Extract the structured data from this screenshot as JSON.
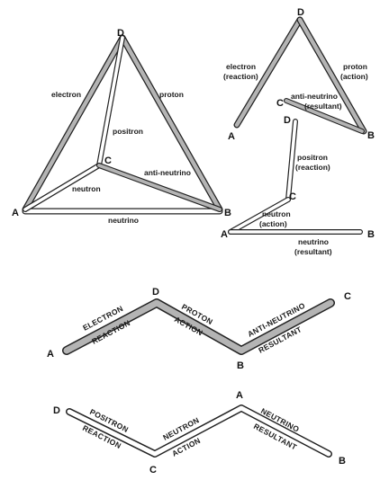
{
  "diagram1": {
    "points": {
      "A": "A",
      "B": "B",
      "C": "C",
      "D": "D"
    },
    "edges": {
      "electron": "electron",
      "proton": "proton",
      "positron": "positron",
      "anti_neutrino": "anti-neutrino",
      "neutron": "neutron",
      "neutrino": "neutrino"
    }
  },
  "diagram2": {
    "points": {
      "A": "A",
      "B": "B",
      "C": "C",
      "D": "D"
    },
    "electron": [
      "electron",
      "(reaction)"
    ],
    "proton": [
      "proton",
      "(action)"
    ],
    "anti_neutrino": [
      "anti-neutrino",
      "(resultant)"
    ]
  },
  "diagram3": {
    "points": {
      "A": "A",
      "B": "B",
      "C": "C",
      "D": "D"
    },
    "positron": [
      "positron",
      "(reaction)"
    ],
    "neutron": [
      "neutron",
      "(action)"
    ],
    "neutrino": [
      "neutrino",
      "(resultant)"
    ]
  },
  "diagram4": {
    "points": {
      "A": "A",
      "D": "D",
      "B": "B",
      "C": "C"
    },
    "labels": {
      "electron": "ELECTRON",
      "reaction": "REACTION",
      "proton": "PROTON",
      "action": "ACTION",
      "anti_neutrino": "ANTI-NEUTRINO",
      "resultant": "RESULTANT"
    }
  },
  "diagram5": {
    "points": {
      "D": "D",
      "C": "C",
      "A": "A",
      "B": "B"
    },
    "labels": {
      "positron": "POSITRON",
      "reaction": "REACTION",
      "neutron": "NEUTRON",
      "action": "ACTION",
      "neutrino": "NEUTRINO",
      "resultant": "RESULTANT"
    }
  },
  "colors": {
    "shaded_tube": "#b4b4b4",
    "open_tube": "#ffffff",
    "outline": "#222222"
  }
}
